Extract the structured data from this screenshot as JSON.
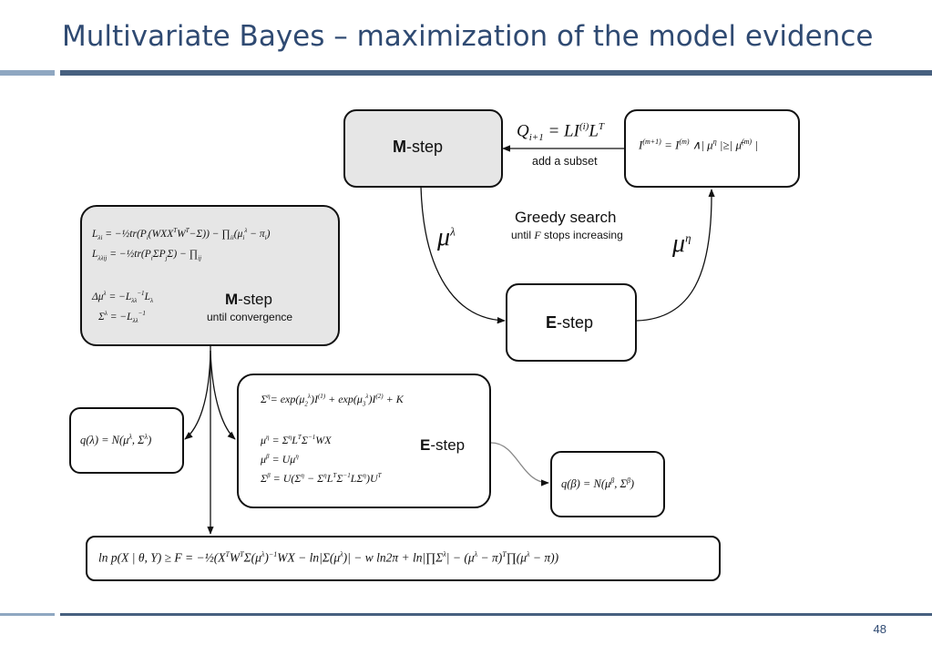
{
  "slide": {
    "title": "Multivariate Bayes – maximization of the model evidence",
    "page_number": "48",
    "colors": {
      "title": "#2f4a72",
      "rule_dark": "#47607f",
      "rule_light": "#8fa7c1"
    }
  },
  "diagram": {
    "mstep_top": {
      "bold": "M",
      "rest": "-step"
    },
    "update_label": "Q_{i+1} = LI^{(i)}L^T",
    "update_caption": "add a subset",
    "greedy_box_eq": "I^{(m+1)} = I^{(m)} ∧ | μ^η | ≥ | μ̄^{(m)} |",
    "greedy_title": "Greedy search",
    "greedy_sub_pre": "until ",
    "greedy_sub_var": "F",
    "greedy_sub_post": " stops increasing",
    "mu_lambda": "μ",
    "mu_lambda_sup": "λ",
    "mu_eta": "μ",
    "mu_eta_sup": "η",
    "estep_right": {
      "bold": "E",
      "rest": "-step"
    },
    "mstep_left": {
      "bold": "M",
      "rest": "-step",
      "caption": "until convergence",
      "eq1": "L_{λi} = −½tr(P_i(WXX^TW^T−Σ)) − ∏_{ii}(μ_i^λ − π_i)",
      "eq2": "L_{λλij} = −½tr(P_iΣP_jΣ) − ∏_{ij}",
      "eq3": "Δμ^λ = −L_{λλ}^{−1} L_λ",
      "eq4": "Σ^λ = −L_{λλ}^{−1}"
    },
    "q_lambda": "q(λ) = N(μ^λ, Σ^λ)",
    "estep_center": {
      "bold": "E",
      "rest": "-step",
      "eq1": "Σ^η = exp(μ_2^λ)I^{(1)} + exp(μ_3^λ)I^{(2)} + K",
      "eq2": "μ^η = Σ^ηL^TΣ^{−1}WX",
      "eq3": "μ^β = Uμ^η",
      "eq4": "Σ^β = U(Σ^η − Σ^ηL^TΣ^{−1}LΣ^η)U^T"
    },
    "q_beta": "q(β) = N(μ^β, Σ^β)",
    "free_energy": "ln p(X | θ, Y) ≥ F = −½(X^TW^TΣ(μ^λ)^{−1}WX − ln|Σ(μ^λ)| − w ln2π + ln|∏Σ^λ| − (μ^λ − π)^T∏(μ^λ − π))"
  }
}
